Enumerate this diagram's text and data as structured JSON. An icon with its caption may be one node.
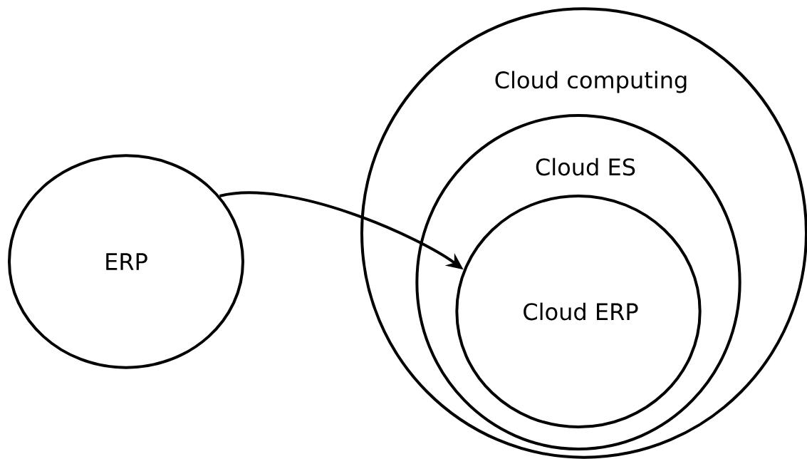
{
  "diagram": {
    "nodes": [
      {
        "text": [
          "ERP"
        ]
      },
      {
        "text": [
          "Cloud computing"
        ]
      },
      {
        "text": [
          "Cloud ES"
        ],
        "in": 1
      },
      {
        "text": [
          "Cloud ERP"
        ],
        "in": 2
      }
    ],
    "edges": [
      {
        "from": 0,
        "to": 3,
        "arrow": "to"
      }
    ]
  }
}
